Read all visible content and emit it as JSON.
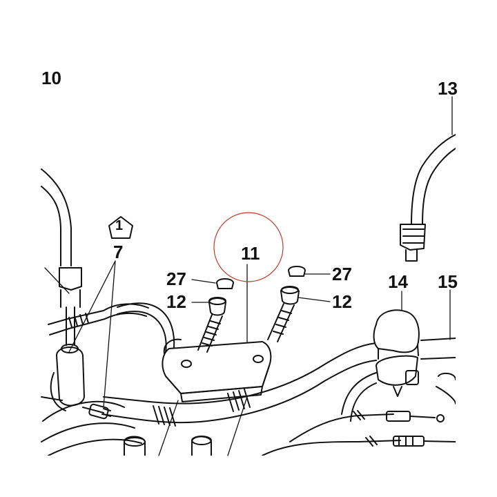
{
  "callouts": {
    "c10": "10",
    "c13": "13",
    "c7": "7",
    "note1": "1",
    "c11": "11",
    "c27_left": "27",
    "c12_left": "12",
    "c27_right": "27",
    "c12_right": "12",
    "c14": "14",
    "c15": "15"
  },
  "colors": {
    "ink": "#111111",
    "highlight_circle": "#c0392b"
  }
}
